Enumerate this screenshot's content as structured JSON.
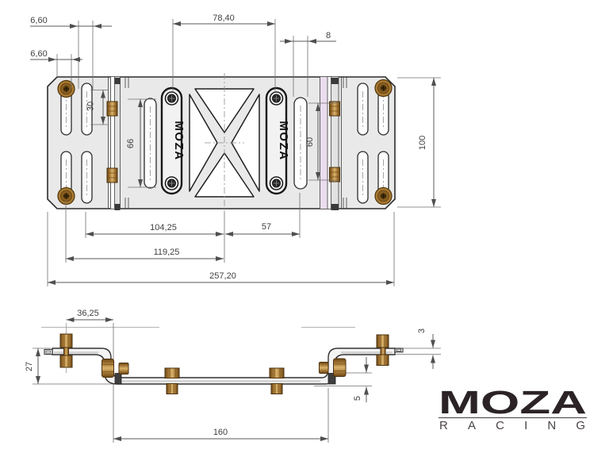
{
  "drawing": {
    "top_view": {
      "dim_660_a": "6,60",
      "dim_660_b": "6,60",
      "dim_7840": "78,40",
      "dim_8": "8",
      "dim_30": "30",
      "dim_66": "66",
      "dim_60": "60",
      "dim_100": "100",
      "dim_10425": "104,25",
      "dim_57": "57",
      "dim_11925": "119,25",
      "dim_25720": "257,20",
      "badge_left_text": "MOZA",
      "badge_right_text": "MOZA"
    },
    "side_view": {
      "dim_3625": "36,25",
      "dim_27": "27",
      "dim_160": "160",
      "dim_5": "5",
      "dim_3": "3"
    },
    "logo": {
      "brand": "MOZA",
      "subtitle": "RACING"
    },
    "colors": {
      "plate": "#e9e9e9",
      "outline": "#2c2c2c",
      "brass": "#b08238",
      "dimension": "#585858",
      "accent_stripe": "#e9ddee",
      "logo": "#2b2325"
    }
  }
}
